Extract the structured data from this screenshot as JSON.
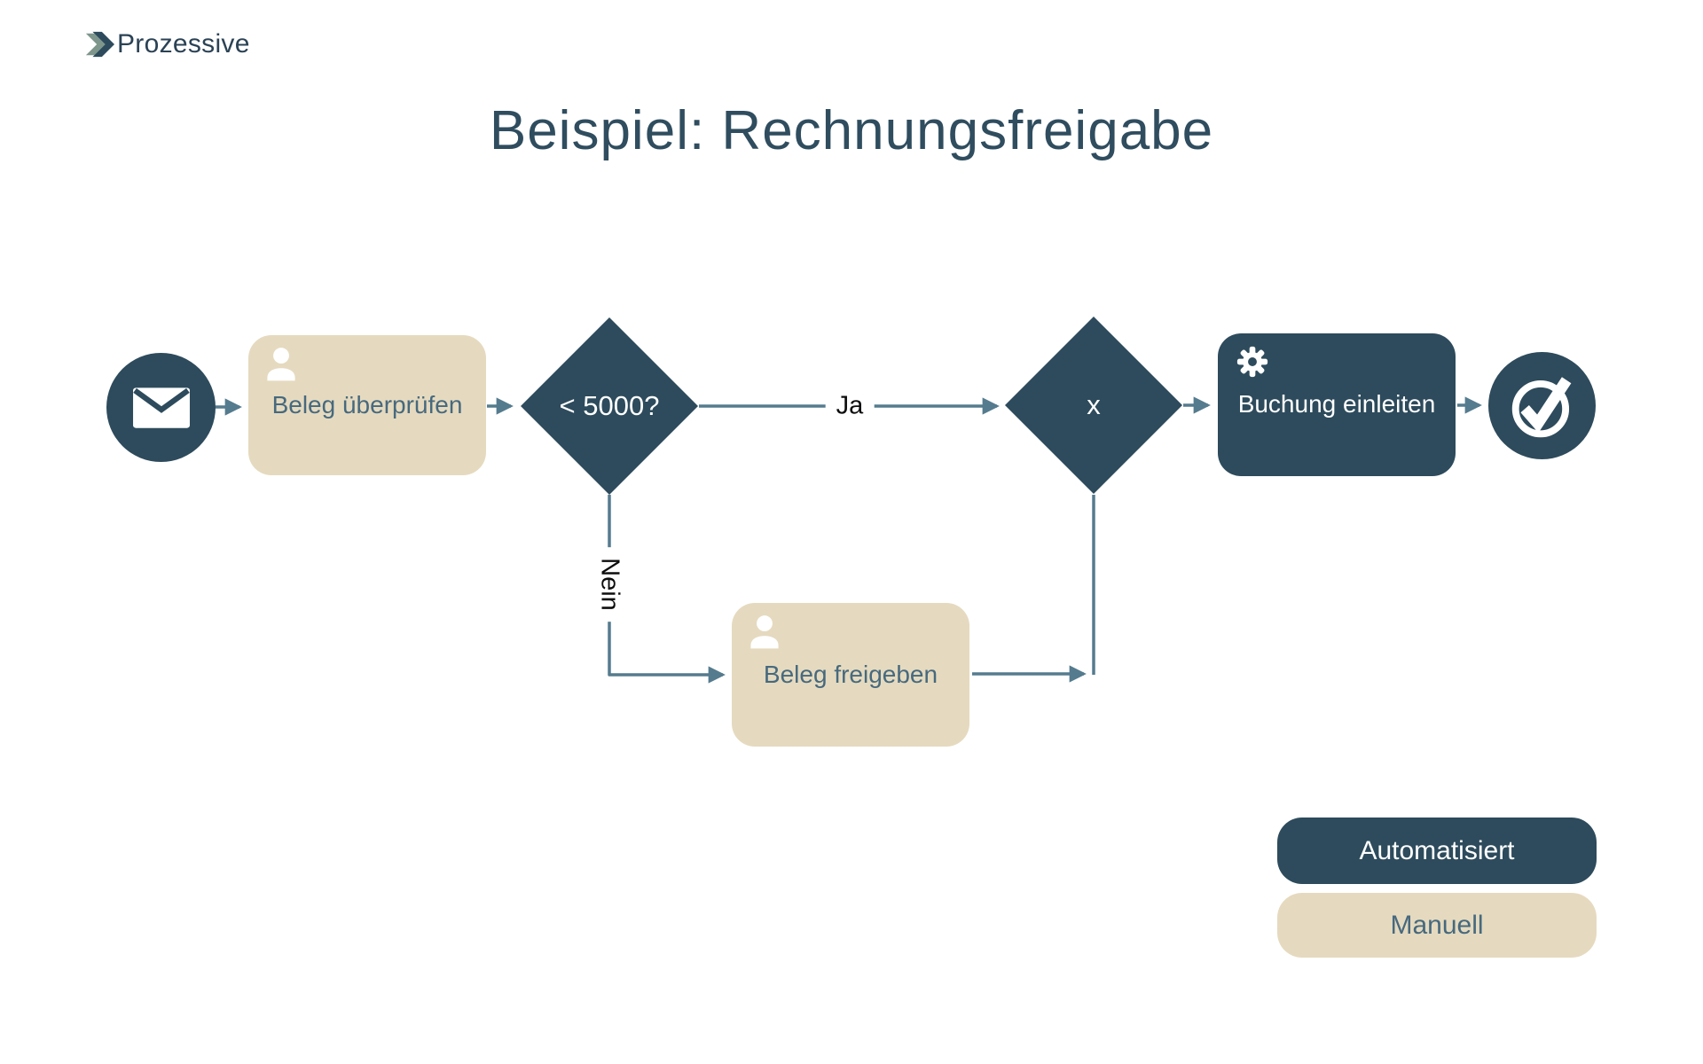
{
  "brand": {
    "name": "Prozessive",
    "icon": "double-chevron-icon"
  },
  "title": "Beispiel: Rechnungsfreigabe",
  "colors": {
    "automated_dark_teal": "#2d4b5c",
    "manual_beige": "#e5dabf",
    "connector": "#557b8e",
    "manual_text": "#47697e",
    "title_text": "#2f4d5f",
    "edge_label_text": "#0d0d0d"
  },
  "flow": {
    "start": {
      "type": "start-event",
      "icon": "envelope-icon"
    },
    "nodes": [
      {
        "id": "check",
        "label": "Beleg überprüfen",
        "type": "manual-task",
        "icon": "person-icon"
      },
      {
        "id": "decision",
        "label": "< 5000?",
        "type": "decision-gateway"
      },
      {
        "id": "merge",
        "label": "x",
        "type": "merge-gateway"
      },
      {
        "id": "book",
        "label": "Buchung einleiten",
        "type": "automated-task",
        "icon": "gear-icon"
      },
      {
        "id": "approve",
        "label": "Beleg freigeben",
        "type": "manual-task",
        "icon": "person-icon"
      }
    ],
    "end": {
      "type": "end-event",
      "icon": "check-circle-icon"
    },
    "edge_labels": {
      "yes": "Ja",
      "no": "Nein"
    }
  },
  "legend": [
    {
      "label": "Automatisiert",
      "style": "automated"
    },
    {
      "label": "Manuell",
      "style": "manual"
    }
  ]
}
